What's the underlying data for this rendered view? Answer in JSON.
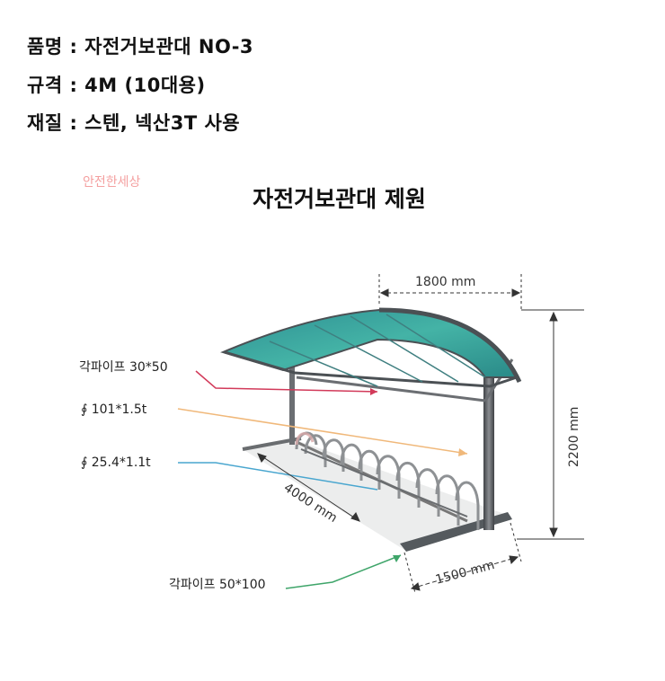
{
  "specs": [
    {
      "key": "품명",
      "sep": " : ",
      "value": "자전거보관대 NO-3"
    },
    {
      "key": "규격",
      "sep": " : ",
      "value": "4M (10대용)"
    },
    {
      "key": "재질",
      "sep": " : ",
      "value": "스텐, 넥산3T 사용"
    }
  ],
  "watermark": "안전한세상",
  "diagram": {
    "title": "자전거보관대 제원",
    "labels": {
      "roof_pipe": "각파이프 30*50",
      "round_pipe_large": "∮ 101*1.5t",
      "round_pipe_small": "∮ 25.4*1.1t",
      "base_pipe": "각파이프 50*100"
    },
    "dimensions": {
      "width_top": "1800 mm",
      "height": "2200 mm",
      "length": "4000 mm",
      "depth_base": "1500 mm"
    },
    "colors": {
      "roof": "#3aa6a0",
      "frame": "#5f6266",
      "leader_red": "#d23a5a",
      "leader_orange": "#f0b87a",
      "leader_blue": "#49a6cf",
      "leader_green": "#3fa56a"
    }
  }
}
